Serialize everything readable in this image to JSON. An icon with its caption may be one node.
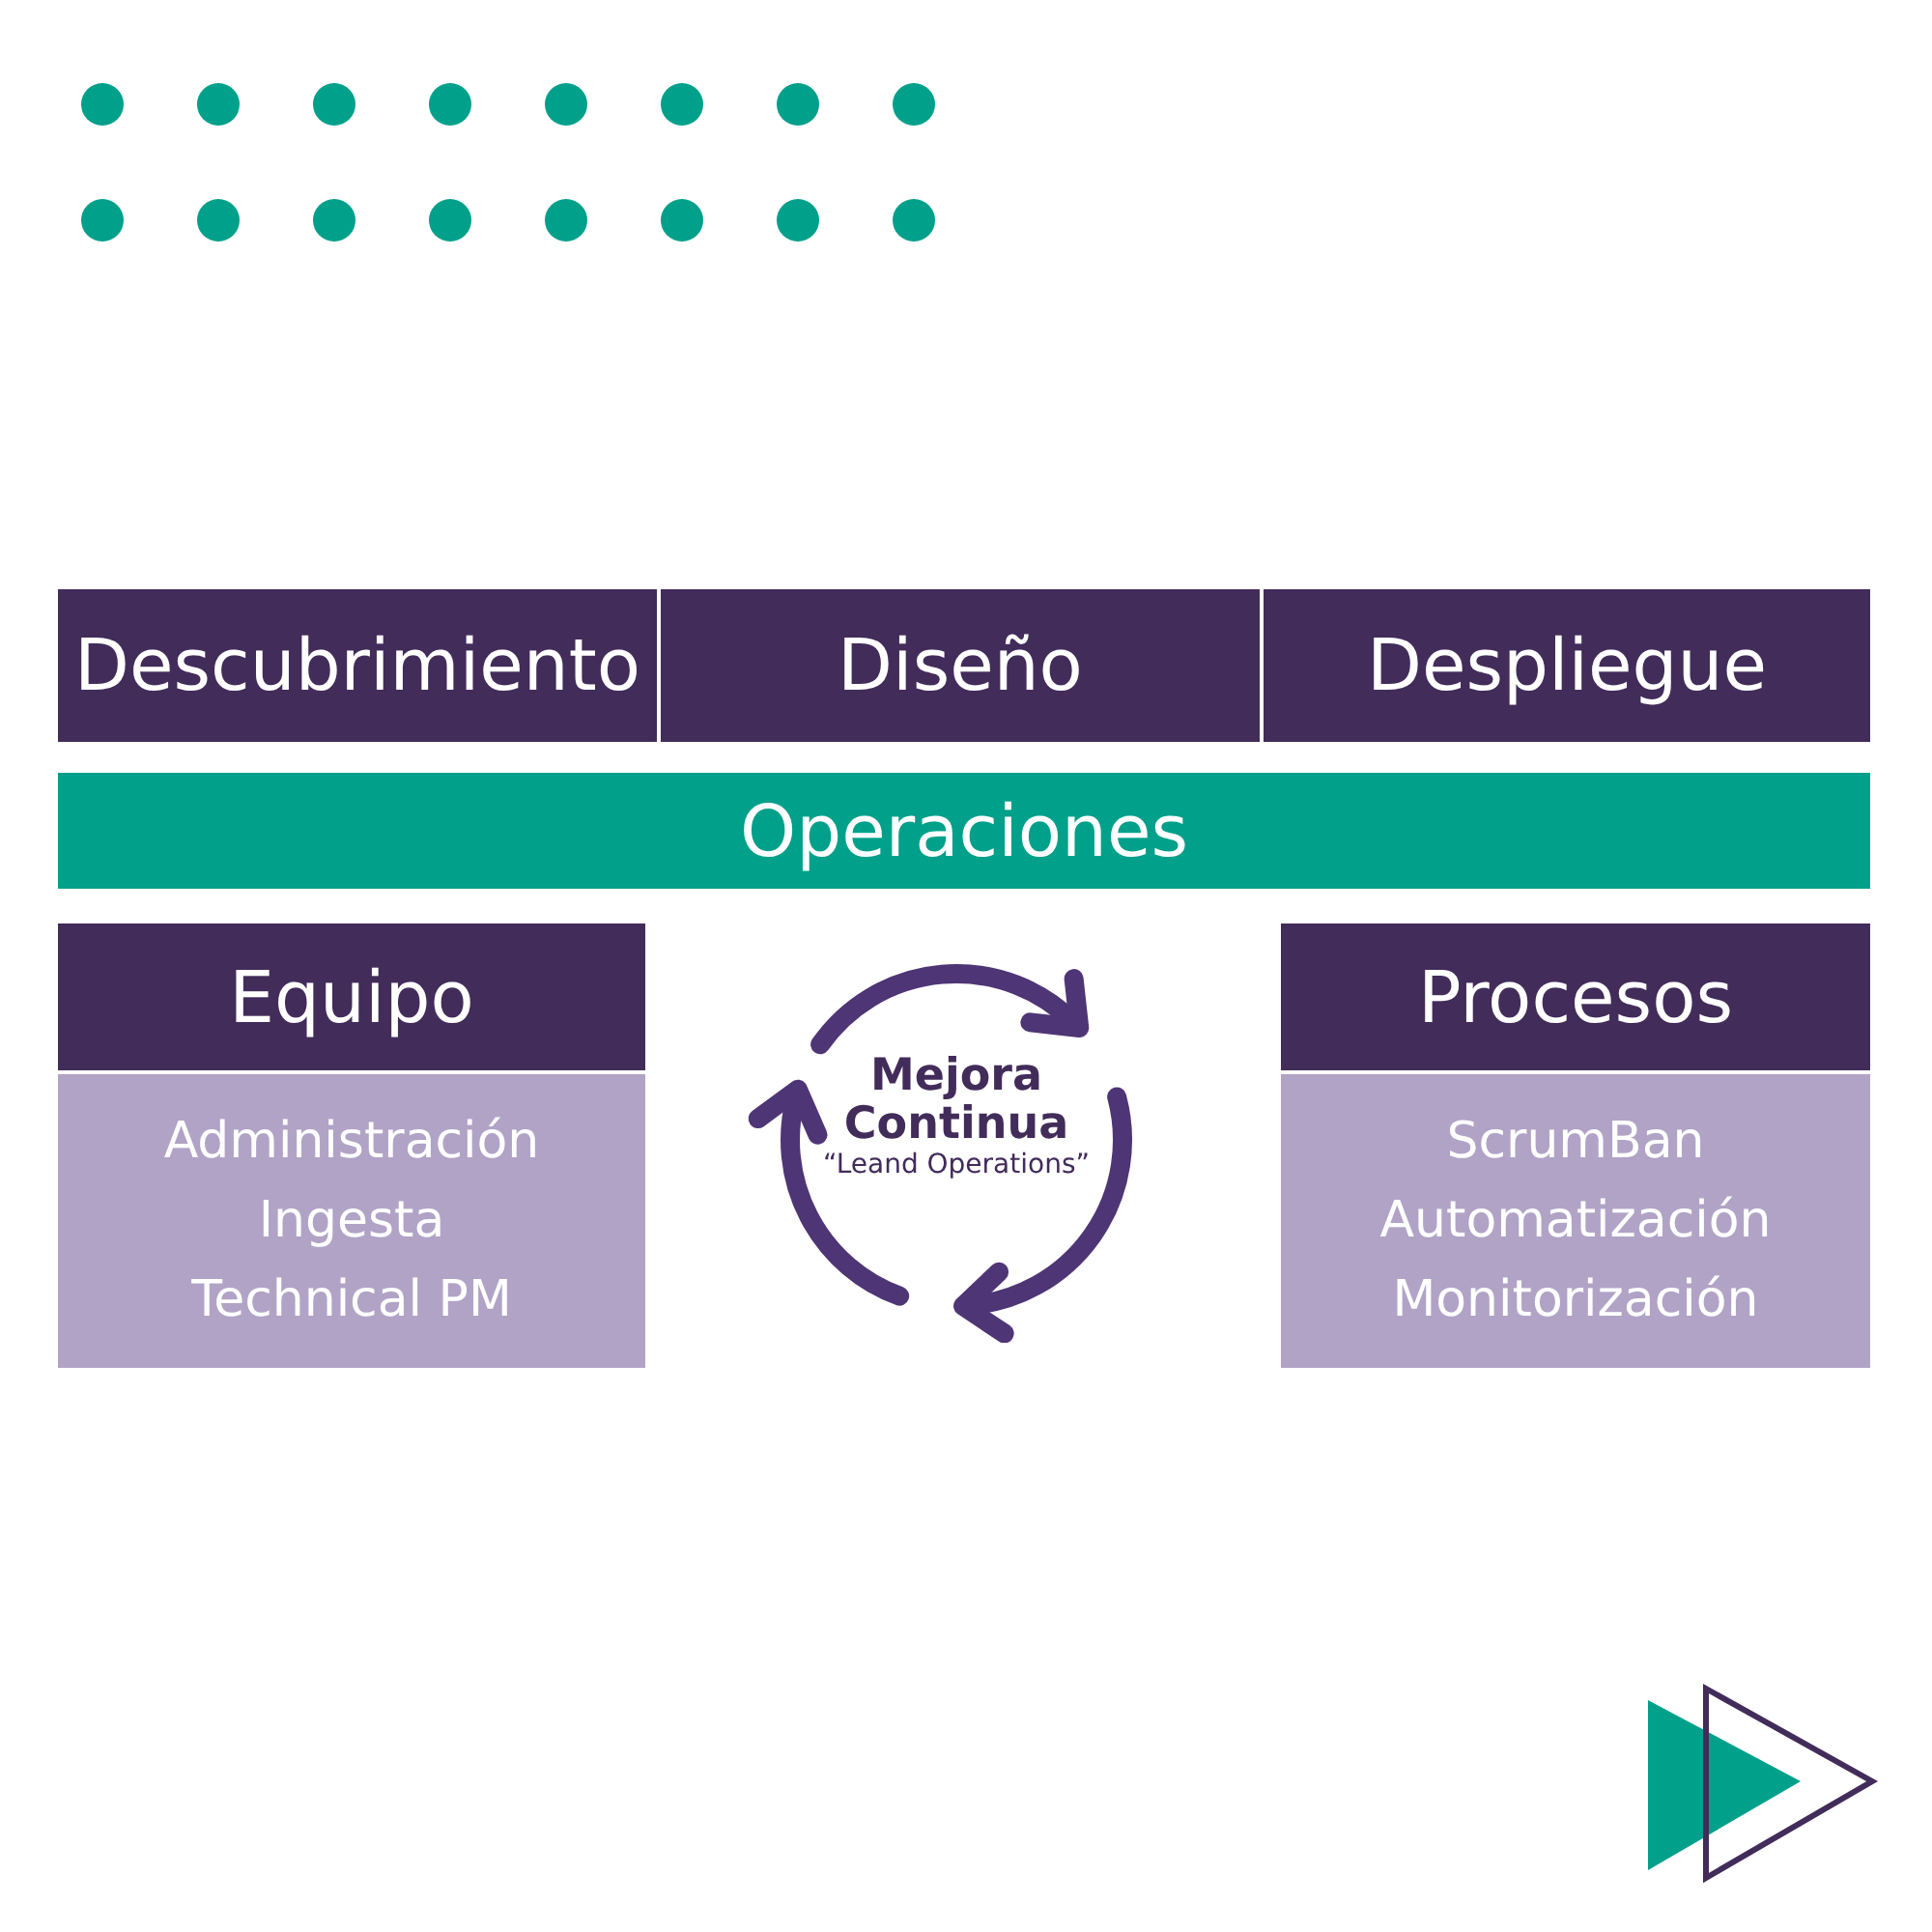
{
  "diagram": {
    "nodes": [
      {
        "text": [
          "Descubrimiento"
        ]
      },
      {
        "text": [
          "Diseño"
        ]
      },
      {
        "text": [
          "Despliegue"
        ]
      },
      {
        "text": [
          "Operaciones"
        ]
      },
      {
        "text": [
          "Equipo",
          "Administración",
          "Ingesta",
          "Technical PM"
        ]
      },
      {
        "text": [
          "Mejora Continua",
          "“Leand Operations”"
        ]
      },
      {
        "text": [
          "Procesos",
          "ScrumBan",
          "Automatización",
          "Monitorización"
        ]
      }
    ],
    "edges": []
  }
}
